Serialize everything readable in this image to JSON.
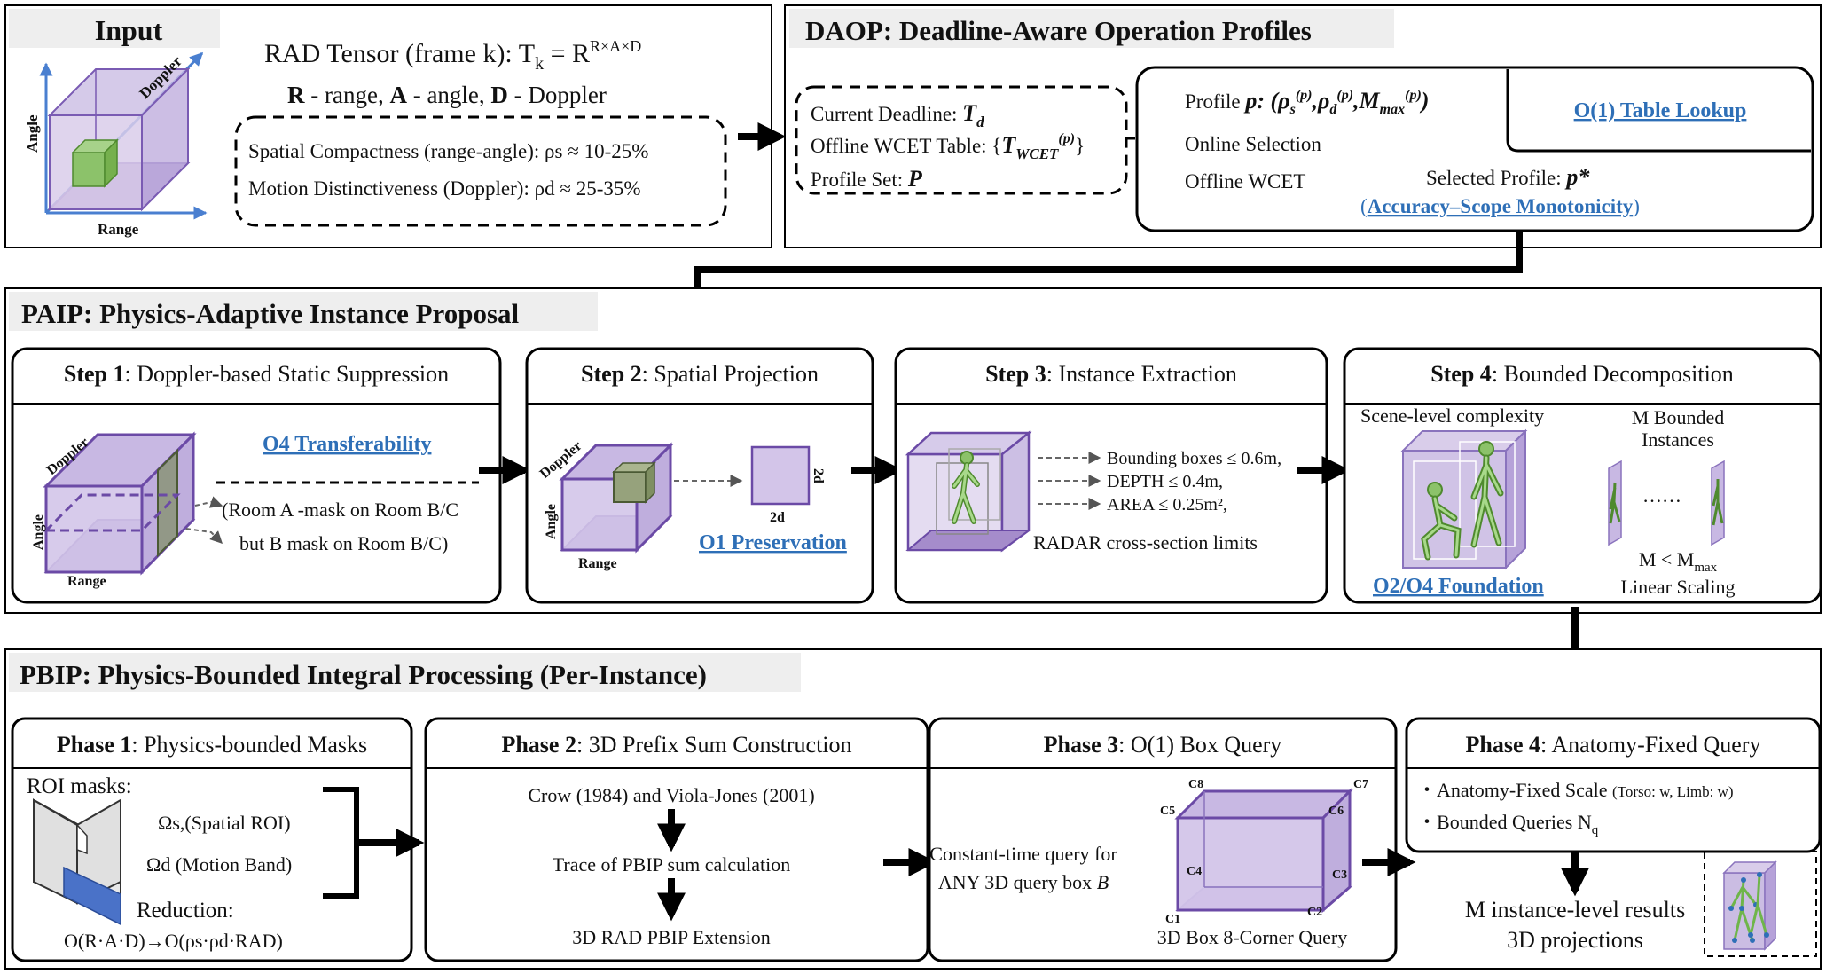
{
  "input": {
    "title": "Input",
    "axis_angle": "Angle",
    "axis_range": "Range",
    "axis_doppler": "Doppler",
    "tensor_prefix": "RAD Tensor (frame k): T",
    "tensor_sub": "k",
    "tensor_eq": " = R",
    "tensor_sup": "R×A×D",
    "legend_r": "R",
    "legend_r_text": " - range, ",
    "legend_a": "A",
    "legend_a_text": " - angle, ",
    "legend_d": "D",
    "legend_d_text": " - Doppler",
    "spatial": "Spatial Compactness (range-angle): ρs ≈ 10-25%",
    "motion": "Motion Distinctiveness (Doppler): ρd ≈ 25-35%"
  },
  "daop": {
    "title": "DAOP: Deadline-Aware Operation Profiles",
    "deadline_label": "Current Deadline: ",
    "deadline_sym": "T",
    "deadline_sub": "d",
    "wcet_label": "Offline WCET Table: {",
    "wcet_sym": "T",
    "wcet_sub": "WCET",
    "wcet_sup": "(p)",
    "wcet_close": "}",
    "profile_set_label": "Profile Set: ",
    "profile_set_sym": "P",
    "profile_label": "Profile ",
    "profile_formula": "p: (ρs(p),ρd(p),Mmax(p))",
    "online_selection": "Online Selection",
    "offline_wcet": "Offline WCET",
    "table_lookup": "O(1) Table Lookup",
    "selected_label": "Selected Profile: ",
    "selected_sym": "p*",
    "monotonicity_open": "(",
    "monotonicity": "Accuracy–Scope Monotonicity",
    "monotonicity_close": ")"
  },
  "paip": {
    "title": "PAIP: Physics-Adaptive Instance Proposal",
    "steps": [
      {
        "num": "Step 1",
        "label": ": Doppler-based Static Suppression"
      },
      {
        "num": "Step 2",
        "label": ": Spatial Projection"
      },
      {
        "num": "Step 3",
        "label": ": Instance Extraction"
      },
      {
        "num": "Step 4",
        "label": ": Bounded Decomposition"
      }
    ],
    "s1_doppler": "Doppler",
    "s1_angle": "Angle",
    "s1_range": "Range",
    "s1_link": "O4 Transferability",
    "s1_note1": "(Room A -mask on Room B/C",
    "s1_note2": "but B mask on Room B/C)",
    "s2_doppler": "Doppler",
    "s2_angle": "Angle",
    "s2_range": "Range",
    "s2_2d_side": "2d",
    "s2_2d_bottom": "2d",
    "s2_link": "O1 Preservation",
    "s3_bbox": "Bounding boxes ≤ 0.6m,",
    "s3_depth": "DEPTH ≤ 0.4m,",
    "s3_area": "AREA ≤ 0.25m²,",
    "s3_limits": "RADAR cross-section limits",
    "s4_scene": "Scene-level complexity",
    "s4_mbounded1": "M Bounded",
    "s4_mbounded2": "Instances",
    "s4_dots": "……",
    "s4_m_lt": "M < M",
    "s4_m_sub": "max",
    "s4_linear": "Linear Scaling",
    "s4_link": "O2/O4 Foundation"
  },
  "pbip": {
    "title": "PBIP: Physics-Bounded Integral Processing (Per-Instance)",
    "phases": [
      {
        "num": "Phase 1",
        "label": ": Physics-bounded Masks"
      },
      {
        "num": "Phase 2",
        "label": ": 3D Prefix Sum Construction"
      },
      {
        "num": "Phase 3",
        "label": ": O(1) Box Query"
      },
      {
        "num": "Phase 4",
        "label": ": Anatomy-Fixed Query"
      }
    ],
    "p1_roi": "ROI masks:",
    "p1_omega_s": "Ωs,(Spatial ROI)",
    "p1_omega_d": "Ωd (Motion Band)",
    "p1_reduction": "Reduction:",
    "p1_complexity": "O(R·A·D)→O(ρs·ρd·RAD)",
    "p2_line1": "Crow (1984) and Viola-Jones (2001)",
    "p2_line2": "Trace of PBIP sum calculation",
    "p2_line3": "3D RAD PBIP Extension",
    "p3_line1": "Constant-time query for",
    "p3_line2_a": "ANY 3D query box ",
    "p3_line2_b": "B",
    "p3_caption": "3D Box 8-Corner Query",
    "p3_corners": [
      "C8",
      "C7",
      "C5",
      "C6",
      "C4",
      "C3",
      "C1",
      "C2"
    ],
    "p4_bullet1": "Anatomy-Fixed Scale",
    "p4_bullet1_small": "(Torso: w, Limb: w)",
    "p4_bullet2": "Bounded Queries N",
    "p4_bullet2_sub": "q",
    "p4_result1": "M instance-level results",
    "p4_result2": "3D projections"
  },
  "colors": {
    "purple_light": "#ddd2ec",
    "purple_mid": "#b9a6d8",
    "purple_dark": "#7a5bb3",
    "green": "#6fb54a",
    "blue_arrow": "#4a7fd0",
    "link_blue": "#2e6fb7"
  }
}
